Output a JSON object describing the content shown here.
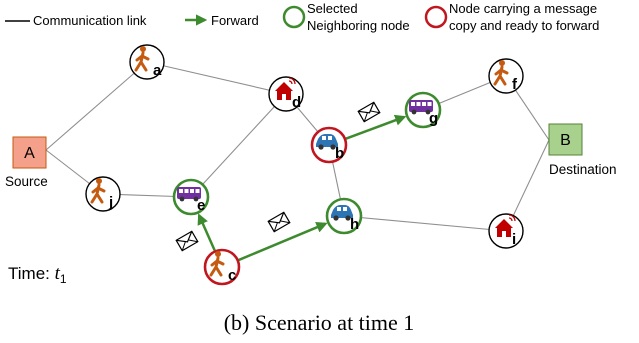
{
  "legend": {
    "link": "Communication link",
    "forward": "Forward",
    "selected_line1": "Selected",
    "selected_line2": "Neighboring node",
    "carrying_line1": "Node carrying a message",
    "carrying_line2": "copy and ready to forward"
  },
  "endpoints": {
    "source": {
      "box": "A",
      "label": "Source"
    },
    "destination": {
      "box": "B",
      "label": "Destination"
    }
  },
  "nodes": [
    {
      "id": "a",
      "type": "walker",
      "ring": "black"
    },
    {
      "id": "d",
      "type": "house",
      "ring": "black"
    },
    {
      "id": "f",
      "type": "walker",
      "ring": "black"
    },
    {
      "id": "b",
      "type": "car",
      "ring": "red"
    },
    {
      "id": "g",
      "type": "bus",
      "ring": "green"
    },
    {
      "id": "j",
      "type": "walker",
      "ring": "black"
    },
    {
      "id": "e",
      "type": "bus",
      "ring": "green"
    },
    {
      "id": "h",
      "type": "car",
      "ring": "green"
    },
    {
      "id": "i",
      "type": "house",
      "ring": "black"
    },
    {
      "id": "c",
      "type": "walker",
      "ring": "red"
    }
  ],
  "links": [
    [
      "A",
      "a"
    ],
    [
      "A",
      "j"
    ],
    [
      "a",
      "d"
    ],
    [
      "d",
      "e"
    ],
    [
      "d",
      "b"
    ],
    [
      "j",
      "e"
    ],
    [
      "b",
      "h"
    ],
    [
      "h",
      "i"
    ],
    [
      "g",
      "f"
    ],
    [
      "f",
      "B"
    ],
    [
      "B",
      "i"
    ]
  ],
  "forwards": [
    [
      "b",
      "g"
    ],
    [
      "c",
      "e"
    ],
    [
      "c",
      "h"
    ]
  ],
  "time_label": {
    "prefix": "Time: ",
    "var": "t",
    "sub": "1"
  },
  "caption": "(b) Scenario at time 1",
  "colors": {
    "link": "#8f8f8f",
    "forward": "#3e8a2e",
    "ring_green": "#3e8a2e",
    "ring_red": "#c0161f",
    "walker": "#c55a11",
    "house": "#c00000",
    "car": "#2e75b6",
    "bus": "#7030a0",
    "source_box": "#f4a08a",
    "destination_box": "#a9d18e"
  }
}
